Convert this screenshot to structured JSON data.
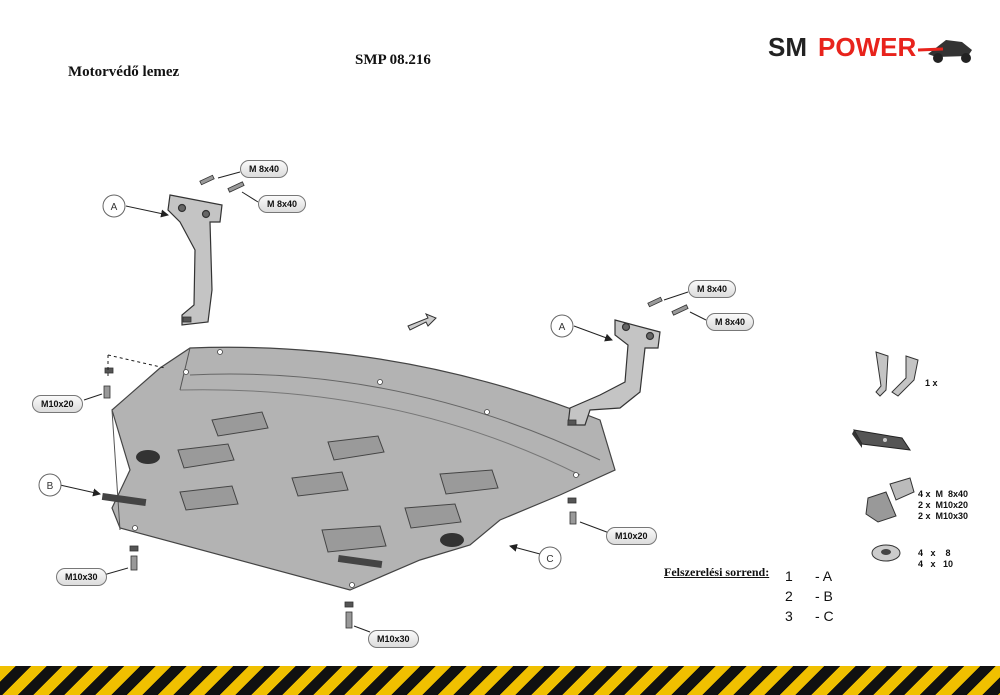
{
  "title": "Motorvédő lemez",
  "code": "SMP 08.216",
  "logo": {
    "left": "SM",
    "right": "POWER",
    "color_left": "#222222",
    "color_right": "#e8231c"
  },
  "callouts": {
    "a1": "A",
    "a2": "A",
    "b": "B",
    "c": "C"
  },
  "bolt_labels": {
    "top1": "M 8x40",
    "top2": "M 8x40",
    "right1": "M 8x40",
    "right2": "M 8x40",
    "left_m10x20": "M10x20",
    "right_m10x20": "M10x20",
    "left_m10x30": "M10x30",
    "bottom_m10x30": "M10x30"
  },
  "parts": {
    "bracket_qty": "1 x",
    "bolt_spec": {
      "line1": "4 x  M  8x40",
      "line2": "2 x  M10x20",
      "line3": "2 x  M10x30"
    },
    "washer_spec": {
      "line1": "4   x    8",
      "line2": "4   x   10"
    }
  },
  "order": {
    "title": "Felszerelési sorrend:",
    "rows": [
      {
        "num": "1",
        "step": "- A"
      },
      {
        "num": "2",
        "step": "- B"
      },
      {
        "num": "3",
        "step": "- C"
      }
    ]
  },
  "colors": {
    "stripe_yellow": "#f0c000",
    "stripe_black": "#111111",
    "plate": "#b3b3b3"
  }
}
